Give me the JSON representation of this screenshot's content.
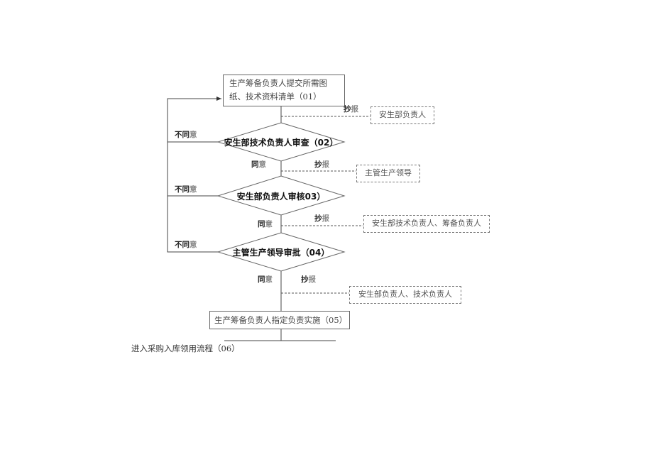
{
  "flowchart": {
    "start_box": {
      "line1": "生产筹备负责人提交所需图",
      "line2": "纸、技术资料清单（01）"
    },
    "decisions": [
      {
        "id": "02",
        "label": "安生部技术负责人审查（02）"
      },
      {
        "id": "03",
        "label": "安生部负责人审核03）"
      },
      {
        "id": "04",
        "label": "主管生产领导审批（04）"
      }
    ],
    "implement_box": {
      "label": "生产筹备负责人指定负责实施（05）"
    },
    "end_text": "进入采购入库领用流程（06）",
    "edge_labels": {
      "disagree_a": "不同",
      "disagree_b": "意",
      "agree_a": "同",
      "agree_b": "意",
      "cc_a": "抄",
      "cc_b": "报"
    },
    "cc_boxes": [
      {
        "label": "安生部负责人"
      },
      {
        "label": "主管生产领导"
      },
      {
        "label": "安生部技术负责人、筹备负责人"
      },
      {
        "label": "安生部负责人、技术负责人"
      }
    ]
  }
}
